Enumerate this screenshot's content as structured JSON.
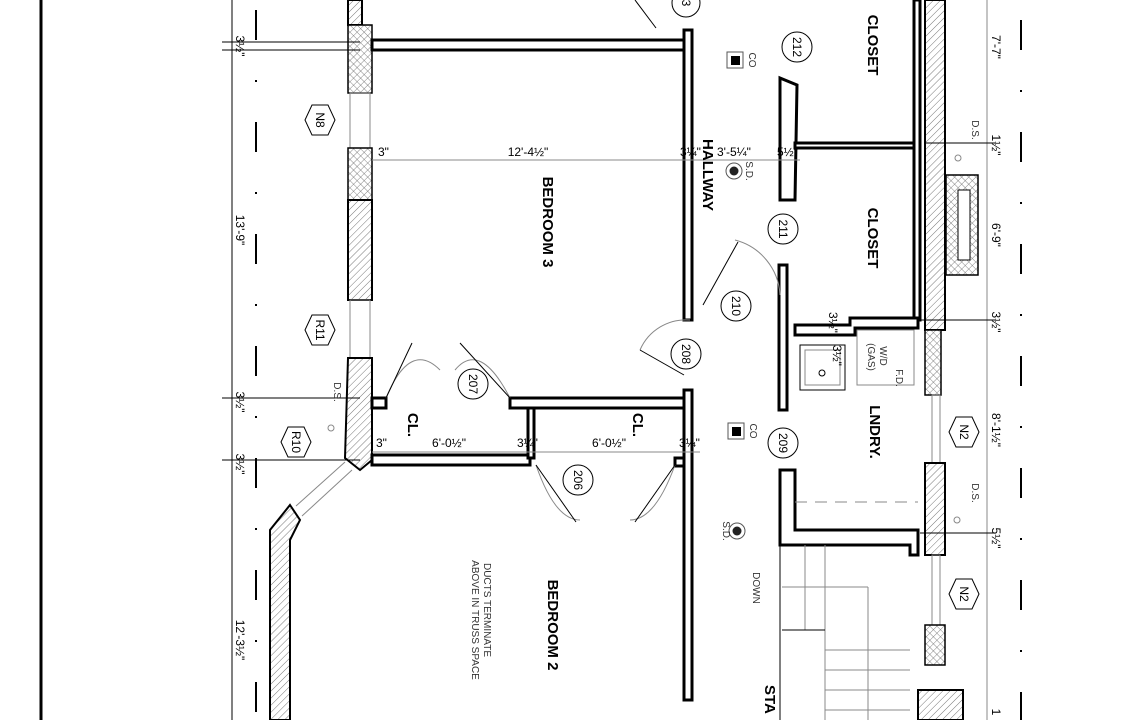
{
  "rooms": {
    "bedroom3": "BEDROOM 3",
    "bedroom2": "BEDROOM 2",
    "hallway": "HALLWAY",
    "closet_a": "CLOSET",
    "closet_b": "CLOSET",
    "cl_a": "CL.",
    "cl_b": "CL.",
    "laundry": "LNDRY.",
    "stairs": "STA"
  },
  "notes": {
    "ducts_1": "DUCTS TERMINATE",
    "ducts_2": "ABOVE IN TRUSS SPACE",
    "wd_1": "W/D",
    "wd_2": "(GAS)",
    "fd": "F.D.",
    "down": "DOWN",
    "co": "CO",
    "sd": "S.D.",
    "ds": "D.S."
  },
  "door_tags": [
    "3",
    "212",
    "211",
    "210",
    "208",
    "207",
    "206",
    "209"
  ],
  "window_tags": [
    "N8",
    "R11",
    "R10",
    "N2",
    "N2"
  ],
  "dimensions": {
    "left": [
      "3½\"",
      "13'-9\"",
      "3½\"",
      "3½\"",
      "12'-3½\""
    ],
    "right": [
      "7'-7\"",
      "1½\"",
      "6'-9\"",
      "3½\"",
      "8'-1½\"",
      "5½\"",
      "1"
    ],
    "bedroom3_row": [
      "3\"",
      "12'-4½\"",
      "3¼\"",
      "3'-5¼\"",
      "5½\""
    ],
    "closet_row": [
      "3\"",
      "6'-0½\"",
      "3¼\"",
      "6'-0½\"",
      "3¼\""
    ],
    "laundry": [
      "3½\"",
      "3½\""
    ]
  }
}
